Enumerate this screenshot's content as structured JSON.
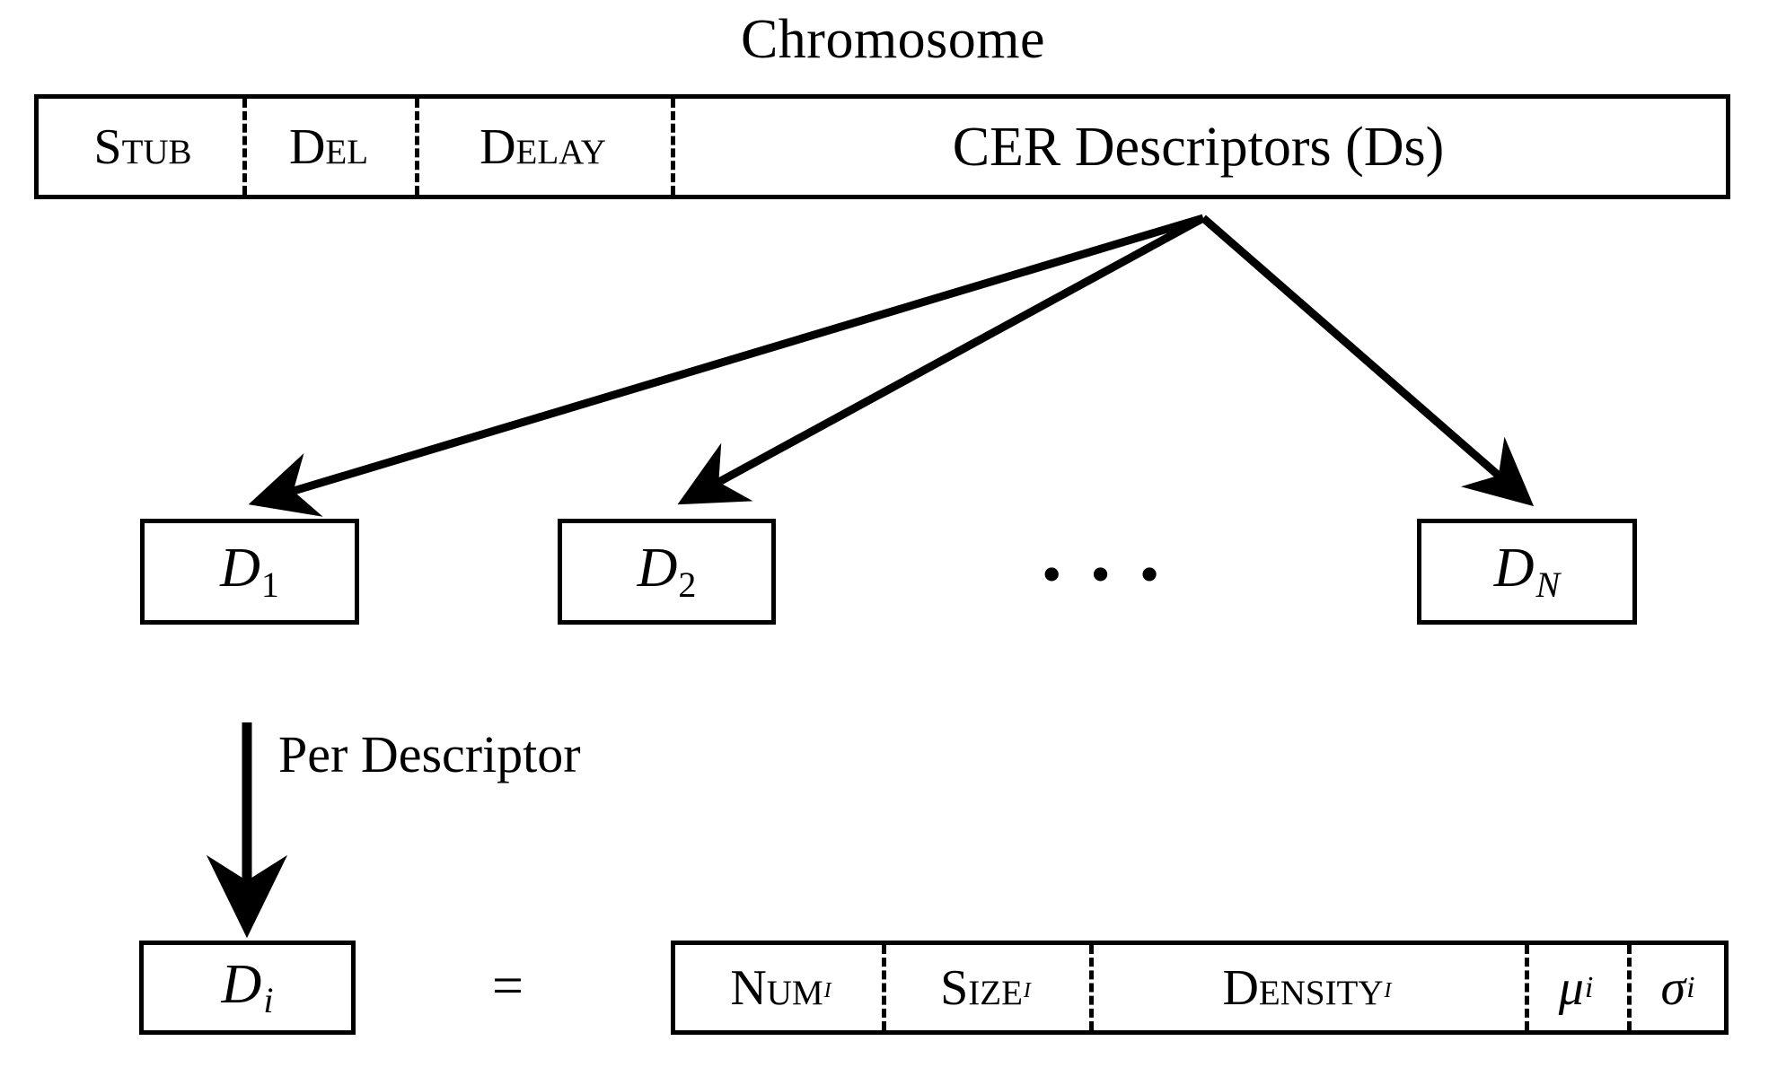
{
  "diagram": {
    "title": "Chromosome",
    "chromosome_bar": {
      "name": "chromosome-bar",
      "cells": [
        {
          "label": "Stub",
          "key": "stub"
        },
        {
          "label": "Del",
          "key": "del"
        },
        {
          "label": "Delay",
          "key": "delay"
        },
        {
          "label": "CER Descriptors (Ds)",
          "key": "cer-descriptors"
        }
      ]
    },
    "descriptor_boxes": [
      {
        "base": "D",
        "index": "1",
        "index_style": "roman"
      },
      {
        "base": "D",
        "index": "2",
        "index_style": "roman"
      },
      {
        "base": "D",
        "index": "N",
        "index_style": "italic"
      }
    ],
    "ellipsis": "• • •",
    "per_descriptor_label": "Per Descriptor",
    "equals_sign": "=",
    "descriptor_detail": {
      "left_box": {
        "base": "D",
        "index": "i",
        "index_style": "italic"
      },
      "fields": [
        {
          "label": "Num",
          "sub": "i",
          "kind": "smallcaps"
        },
        {
          "label": "Size",
          "sub": "i",
          "kind": "smallcaps"
        },
        {
          "label": "Density",
          "sub": "i",
          "kind": "smallcaps"
        },
        {
          "label": "μ",
          "sub": "i",
          "kind": "greek"
        },
        {
          "label": "σ",
          "sub": "i",
          "kind": "greek"
        }
      ]
    },
    "colors": {
      "stroke": "#000000",
      "background": "#ffffff"
    }
  }
}
